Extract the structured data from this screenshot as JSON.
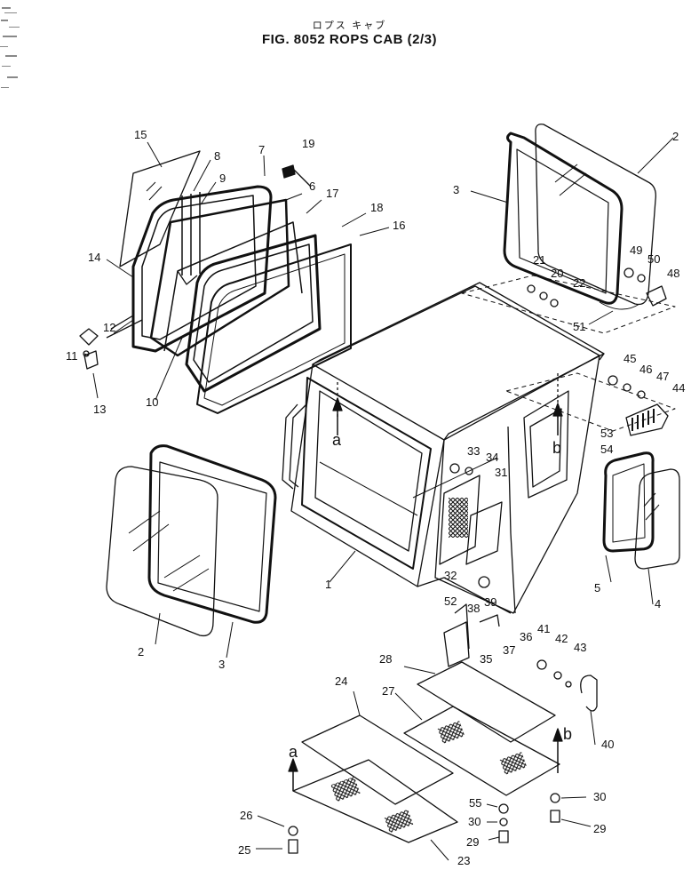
{
  "figure": {
    "subtitle_jp": "ロプス キャブ",
    "title": "FIG. 8052   ROPS CAB  (2/3)"
  },
  "view_arrows": [
    "a",
    "b"
  ],
  "callouts": [
    {
      "id": "c1",
      "label": "1"
    },
    {
      "id": "c2a",
      "label": "2"
    },
    {
      "id": "c2b",
      "label": "2"
    },
    {
      "id": "c3a",
      "label": "3"
    },
    {
      "id": "c3b",
      "label": "3"
    },
    {
      "id": "c4",
      "label": "4"
    },
    {
      "id": "c5",
      "label": "5"
    },
    {
      "id": "c6",
      "label": "6"
    },
    {
      "id": "c7",
      "label": "7"
    },
    {
      "id": "c8",
      "label": "8"
    },
    {
      "id": "c9",
      "label": "9"
    },
    {
      "id": "c10",
      "label": "10"
    },
    {
      "id": "c11",
      "label": "11"
    },
    {
      "id": "c12",
      "label": "12"
    },
    {
      "id": "c13",
      "label": "13"
    },
    {
      "id": "c14",
      "label": "14"
    },
    {
      "id": "c15",
      "label": "15"
    },
    {
      "id": "c16",
      "label": "16"
    },
    {
      "id": "c17",
      "label": "17"
    },
    {
      "id": "c18",
      "label": "18"
    },
    {
      "id": "c19",
      "label": "19"
    },
    {
      "id": "c20",
      "label": "20"
    },
    {
      "id": "c21",
      "label": "21"
    },
    {
      "id": "c22",
      "label": "22"
    },
    {
      "id": "c23",
      "label": "23"
    },
    {
      "id": "c24",
      "label": "24"
    },
    {
      "id": "c25",
      "label": "25"
    },
    {
      "id": "c26",
      "label": "26"
    },
    {
      "id": "c27",
      "label": "27"
    },
    {
      "id": "c28",
      "label": "28"
    },
    {
      "id": "c29a",
      "label": "29"
    },
    {
      "id": "c29b",
      "label": "29"
    },
    {
      "id": "c30a",
      "label": "30"
    },
    {
      "id": "c30b",
      "label": "30"
    },
    {
      "id": "c31",
      "label": "31"
    },
    {
      "id": "c32",
      "label": "32"
    },
    {
      "id": "c33",
      "label": "33"
    },
    {
      "id": "c34",
      "label": "34"
    },
    {
      "id": "c35",
      "label": "35"
    },
    {
      "id": "c36",
      "label": "36"
    },
    {
      "id": "c37",
      "label": "37"
    },
    {
      "id": "c38",
      "label": "38"
    },
    {
      "id": "c39",
      "label": "39"
    },
    {
      "id": "c40",
      "label": "40"
    },
    {
      "id": "c41",
      "label": "41"
    },
    {
      "id": "c42",
      "label": "42"
    },
    {
      "id": "c43",
      "label": "43"
    },
    {
      "id": "c44",
      "label": "44"
    },
    {
      "id": "c45",
      "label": "45"
    },
    {
      "id": "c46",
      "label": "46"
    },
    {
      "id": "c47",
      "label": "47"
    },
    {
      "id": "c48",
      "label": "48"
    },
    {
      "id": "c49",
      "label": "49"
    },
    {
      "id": "c50",
      "label": "50"
    },
    {
      "id": "c51",
      "label": "51"
    },
    {
      "id": "c52",
      "label": "52"
    },
    {
      "id": "c53",
      "label": "53"
    },
    {
      "id": "c54",
      "label": "54"
    },
    {
      "id": "c55",
      "label": "55"
    }
  ]
}
